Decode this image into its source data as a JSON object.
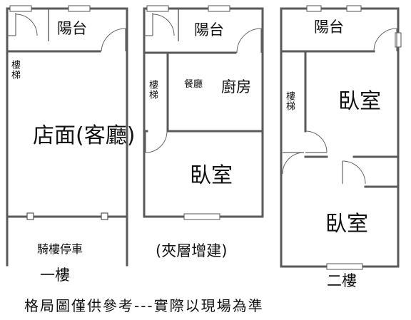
{
  "floor1": {
    "balcony": "陽台",
    "stairs": "樓梯",
    "living": "店面(客廳)",
    "arcade": "騎樓停車",
    "floor_label": "一樓"
  },
  "mezzanine": {
    "balcony": "陽台",
    "stairs": "樓梯",
    "dining": "餐廳",
    "kitchen": "廚房",
    "bedroom": "臥室",
    "note": "(夾層增建)"
  },
  "floor2": {
    "balcony": "陽台",
    "stairs": "樓梯",
    "bedroom1": "臥室",
    "bedroom2": "臥室",
    "floor_label": "二樓"
  },
  "disclaimer": "格局圖僅供參考---實際以現場為準"
}
